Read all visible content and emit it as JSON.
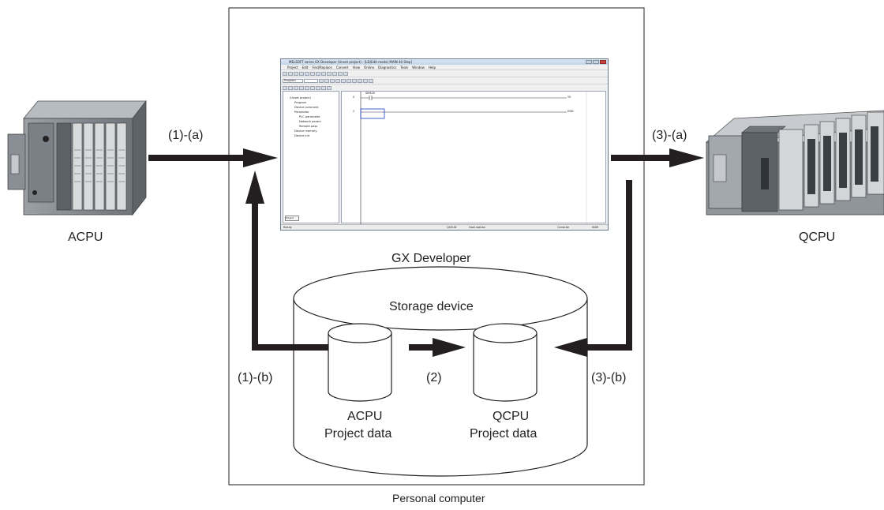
{
  "labels": {
    "acpu": "ACPU",
    "qcpu": "QCPU",
    "gx_developer": "GX Developer",
    "storage_device": "Storage device",
    "personal_computer": "Personal computer",
    "acpu_project_line1": "ACPU",
    "acpu_project_line2": "Project data",
    "qcpu_project_line1": "QCPU",
    "qcpu_project_line2": "Project data"
  },
  "steps": {
    "s1a": "(1)-(a)",
    "s1b": "(1)-(b)",
    "s2": "(2)",
    "s3a": "(3)-(a)",
    "s3b": "(3)-(b)"
  },
  "gx_window": {
    "title": "MELSOFT series GX Developer (Unset project) - [LD(Edit mode)   MAIN   40 Step]",
    "menu": [
      "Project",
      "Edit",
      "Find/Replace",
      "Convert",
      "View",
      "Online",
      "Diagnostics",
      "Tools",
      "Window",
      "Help"
    ],
    "combo": "Program",
    "tree": {
      "root": "(Unset project)",
      "program": "Program",
      "device_comment": "Device comment",
      "parameter": "Parameter",
      "plc_parameter": "PLC parameter",
      "network_param": "Network param",
      "remote_pass": "Remote pass",
      "device_memory": "Device memory",
      "device_init": "Device init"
    },
    "tree_tab": "Project",
    "ladder": {
      "row0_step": "0",
      "row0_contact": "SM400",
      "row0_coil": "Y0",
      "row2_step": "2",
      "row2_end": "END"
    },
    "status": {
      "ready": "Ready",
      "cpu": "Q03UD",
      "station": "Host station",
      "mode": "Ovrwrite",
      "num": "NUM"
    }
  },
  "colors": {
    "line": "#231f20",
    "window_border": "#6a7a8a",
    "plc_body": "#8a8f95"
  }
}
